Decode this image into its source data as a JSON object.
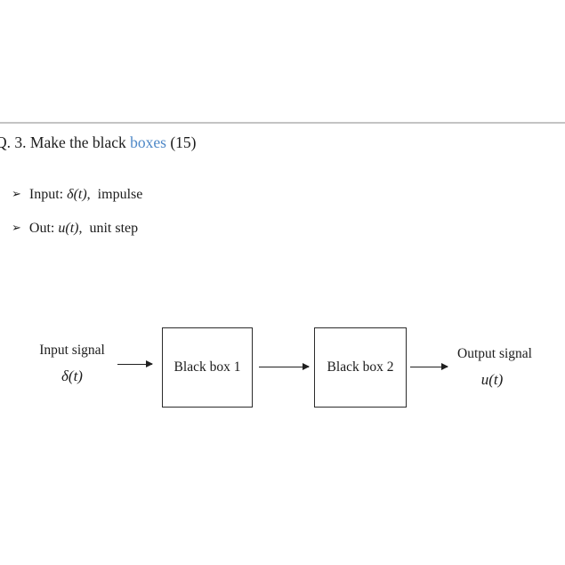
{
  "colors": {
    "background": "#ffffff",
    "text": "#1c1c1c",
    "accent_blue": "#4e88c7",
    "separator_gray": "#c4c4c4",
    "box_border": "#2b2b2b"
  },
  "heading": {
    "prefix": "Q. 3. Make the black ",
    "highlight": "boxes",
    "suffix": " (15)"
  },
  "bullets": {
    "marker": "➢",
    "items": [
      {
        "label": "Input: ",
        "math": "δ(t)",
        "suffix": ",  impulse"
      },
      {
        "label": "Out: ",
        "math": "u(t)",
        "suffix": ",  unit step"
      }
    ]
  },
  "diagram": {
    "input": {
      "caption": "Input signal",
      "math": "δ(t)"
    },
    "boxes": [
      {
        "label": "Black box 1"
      },
      {
        "label": "Black box 2"
      }
    ],
    "output": {
      "caption": "Output signal",
      "math": "u(t)"
    }
  }
}
